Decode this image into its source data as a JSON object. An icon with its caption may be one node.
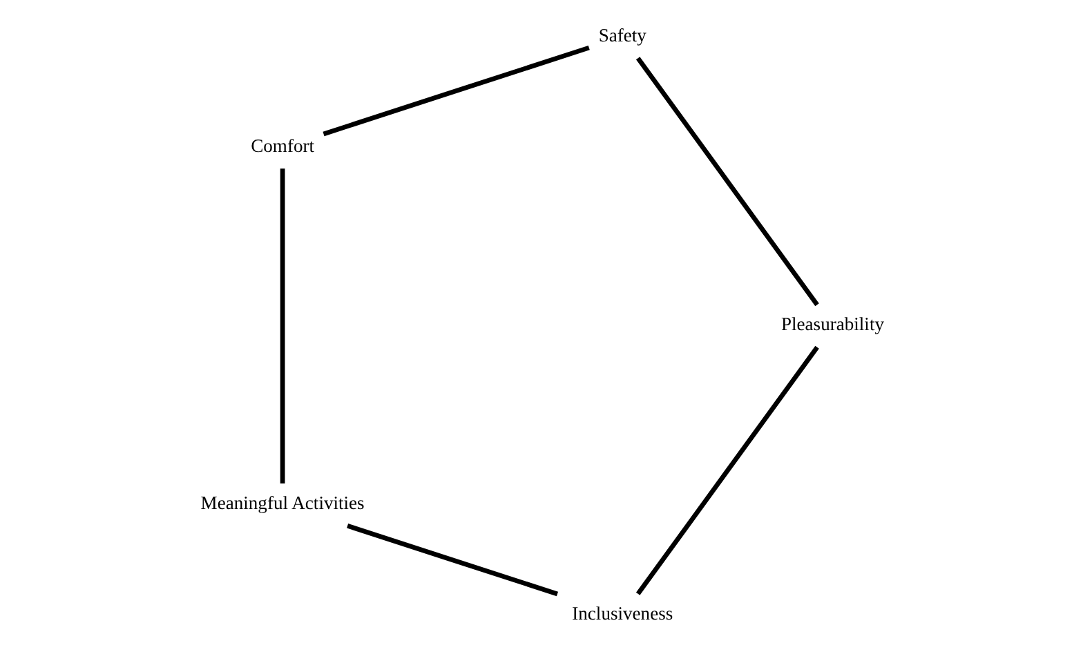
{
  "diagram": {
    "nodes": [
      {
        "text": [
          "Inclusiveness"
        ]
      },
      {
        "text": [
          "Pleasurability"
        ]
      },
      {
        "text": [
          "Meaningful Activities"
        ]
      },
      {
        "text": [
          "Safety"
        ]
      },
      {
        "text": [
          "Comfort"
        ]
      }
    ],
    "edges": [
      {
        "from": 0,
        "to": 2,
        "arrow": "none"
      },
      {
        "from": 2,
        "to": 4,
        "arrow": "none"
      },
      {
        "from": 4,
        "to": 3,
        "arrow": "none"
      },
      {
        "from": 3,
        "to": 1,
        "arrow": "none"
      },
      {
        "from": 1,
        "to": 0,
        "arrow": "none"
      }
    ]
  }
}
